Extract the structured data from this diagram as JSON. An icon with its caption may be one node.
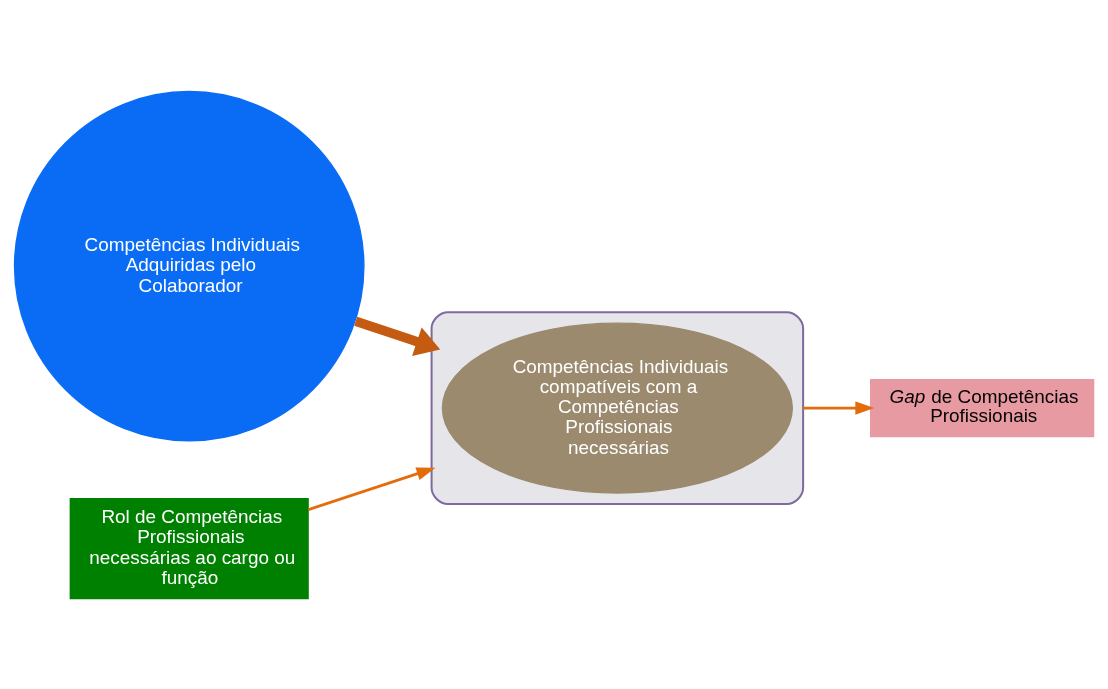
{
  "diagram": {
    "nodes": [
      {
        "text": [],
        "shape": "funnel"
      },
      {
        "text": [
          "Competências Individuais compatíveis com a Competências Profissionais necessárias"
        ],
        "in": 0
      },
      {
        "text": [
          "Competências Individuais Adquiridas pelo Colaborador"
        ]
      },
      {
        "text": [
          "Rol de Competências Profissionais necessárias ao cargo ou função"
        ]
      },
      {
        "text": [
          "*Gap* de Competências Profissionais"
        ]
      }
    ],
    "edges": [
      {
        "from": 2,
        "to": 0,
        "arrow": "to",
        "style": "thick",
        "color": "#c55a11"
      },
      {
        "from": 3,
        "to": 0,
        "arrow": "to"
      },
      {
        "from": 0,
        "to": 4,
        "arrow": "to"
      }
    ]
  }
}
